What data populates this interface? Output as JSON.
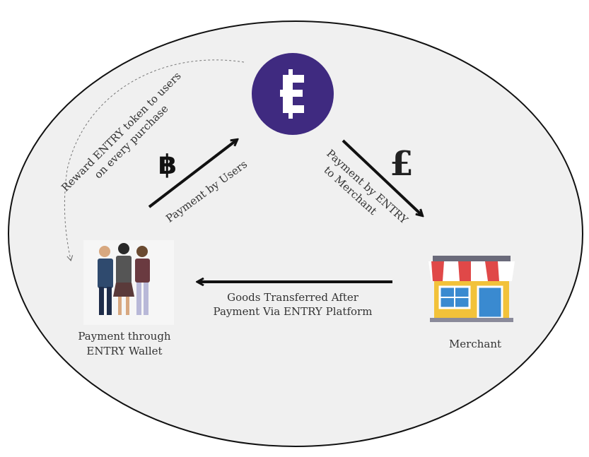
{
  "colors": {
    "background": "#f0f0f0",
    "token": "#3f2a80",
    "arrow": "#111111"
  },
  "logo": {
    "glyph": "₠",
    "icon": "entry-token-icon"
  },
  "bitcoin": {
    "glyph": "฿"
  },
  "pound": {
    "glyph": "£"
  },
  "labels": {
    "reward_line1": "Reward ENTRY token to users",
    "reward_line2": "on every purchase",
    "payment_users": "Payment by Users",
    "payment_entry_line1": "Payment by ENTRY",
    "payment_entry_line2": "to Merchant",
    "goods_line1": "Goods Transferred After",
    "goods_line2": "Payment Via ENTRY Platform",
    "users_line1": "Payment through",
    "users_line2": "ENTRY Wallet",
    "merchant": "Merchant"
  }
}
